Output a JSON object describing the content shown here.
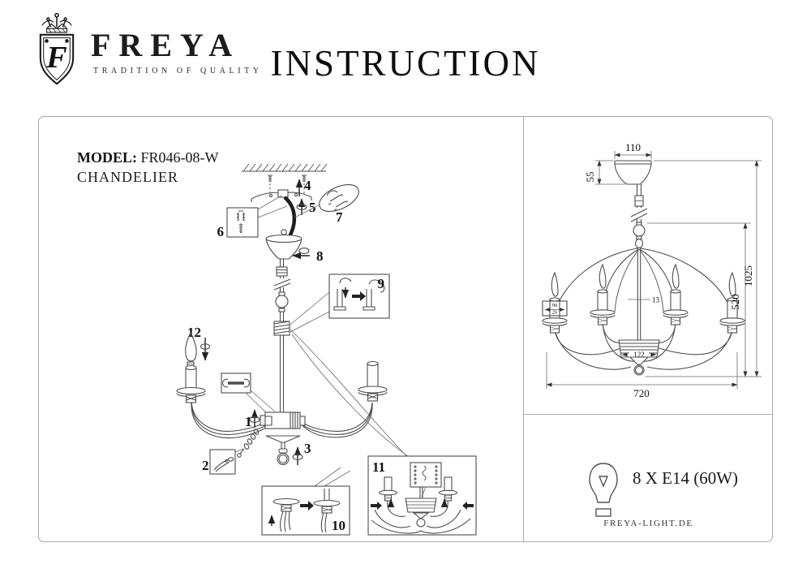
{
  "header": {
    "monogram": "F",
    "brand": "FREYA",
    "tagline": "TRADITION OF QUALITY",
    "title": "INSTRUCTION"
  },
  "left_panel": {
    "model_label": "MODEL:",
    "model_value": "FR046-08-W",
    "product_type": "CHANDELIER",
    "callouts": {
      "c1": "1",
      "c2": "2",
      "c3": "3",
      "c4": "4",
      "c5": "5",
      "c6": "6",
      "c7": "7",
      "c8": "8",
      "c9": "9",
      "c10": "10",
      "c11": "11",
      "c12": "12"
    }
  },
  "right_panel": {
    "dims": {
      "canopy_width": "110",
      "canopy_height": "55",
      "candle_height": "90",
      "candle_diameter": "26",
      "rod": "13",
      "body": "122",
      "height_body": "520",
      "height_total": "1025",
      "width": "720"
    },
    "lamp_spec": "8 X E14 (60W)",
    "website": "FREYA-LIGHT.DE"
  },
  "icons": {
    "shield": "freya-crowned-shield-monogram",
    "anchor": "wall-anchor-and-screw",
    "hook": "ceiling-hook-with-screws",
    "wrench": "open-end-wrench",
    "pliers": "pliers",
    "bulb": "candle-light-bulb"
  }
}
